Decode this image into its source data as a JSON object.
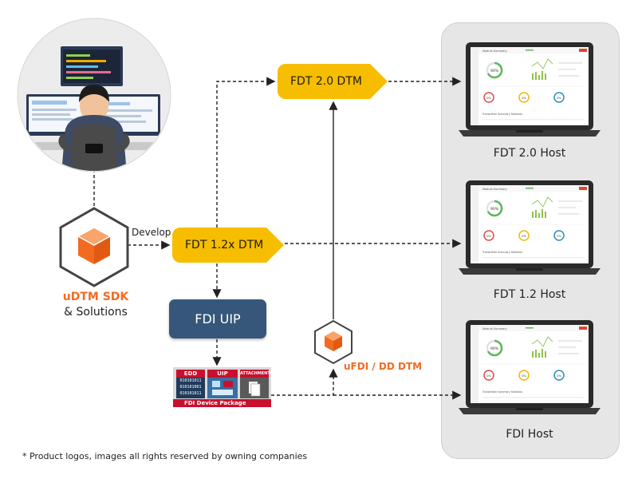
{
  "nodes": {
    "developer": {
      "icon": "developer-workstation-icon"
    },
    "sdk": {
      "icon": "udtm-cube-logo-icon",
      "title": "uDTM SDK",
      "subtitle": "& Solutions"
    },
    "develop_label": "Develop",
    "fdt20_dtm": "FDT 2.0 DTM",
    "fdt12_dtm": "FDT 1.2x DTM",
    "fdi_uip": "FDI UIP",
    "ufdi": {
      "icon": "ufdi-cube-icon",
      "label": "uFDI / DD DTM"
    },
    "package": {
      "edd_label": "EDD",
      "edd_code": [
        "010101011",
        "010101001",
        "010101011"
      ],
      "uip_label": "UIP",
      "attachments_label": "ATTACHMENTS",
      "footer": "FDI Device Package"
    }
  },
  "hosts": [
    {
      "label": "FDT 2.0 Host"
    },
    {
      "label": "FDT 1.2 Host"
    },
    {
      "label": "FDI Host"
    }
  ],
  "screen": {
    "header": "Module Summary",
    "gauge_value": "90%",
    "mini_a": "0%",
    "mini_b": "0%",
    "mini_c": "0%",
    "footer": "Transmitter Summary Statistics"
  },
  "footnote": "* Product logos, images all rights reserved by owning companies",
  "colors": {
    "accent_orange": "#f36b21",
    "dtm_yellow": "#f7bd00",
    "uip_blue": "#36577a",
    "pkg_red": "#c8102e"
  }
}
